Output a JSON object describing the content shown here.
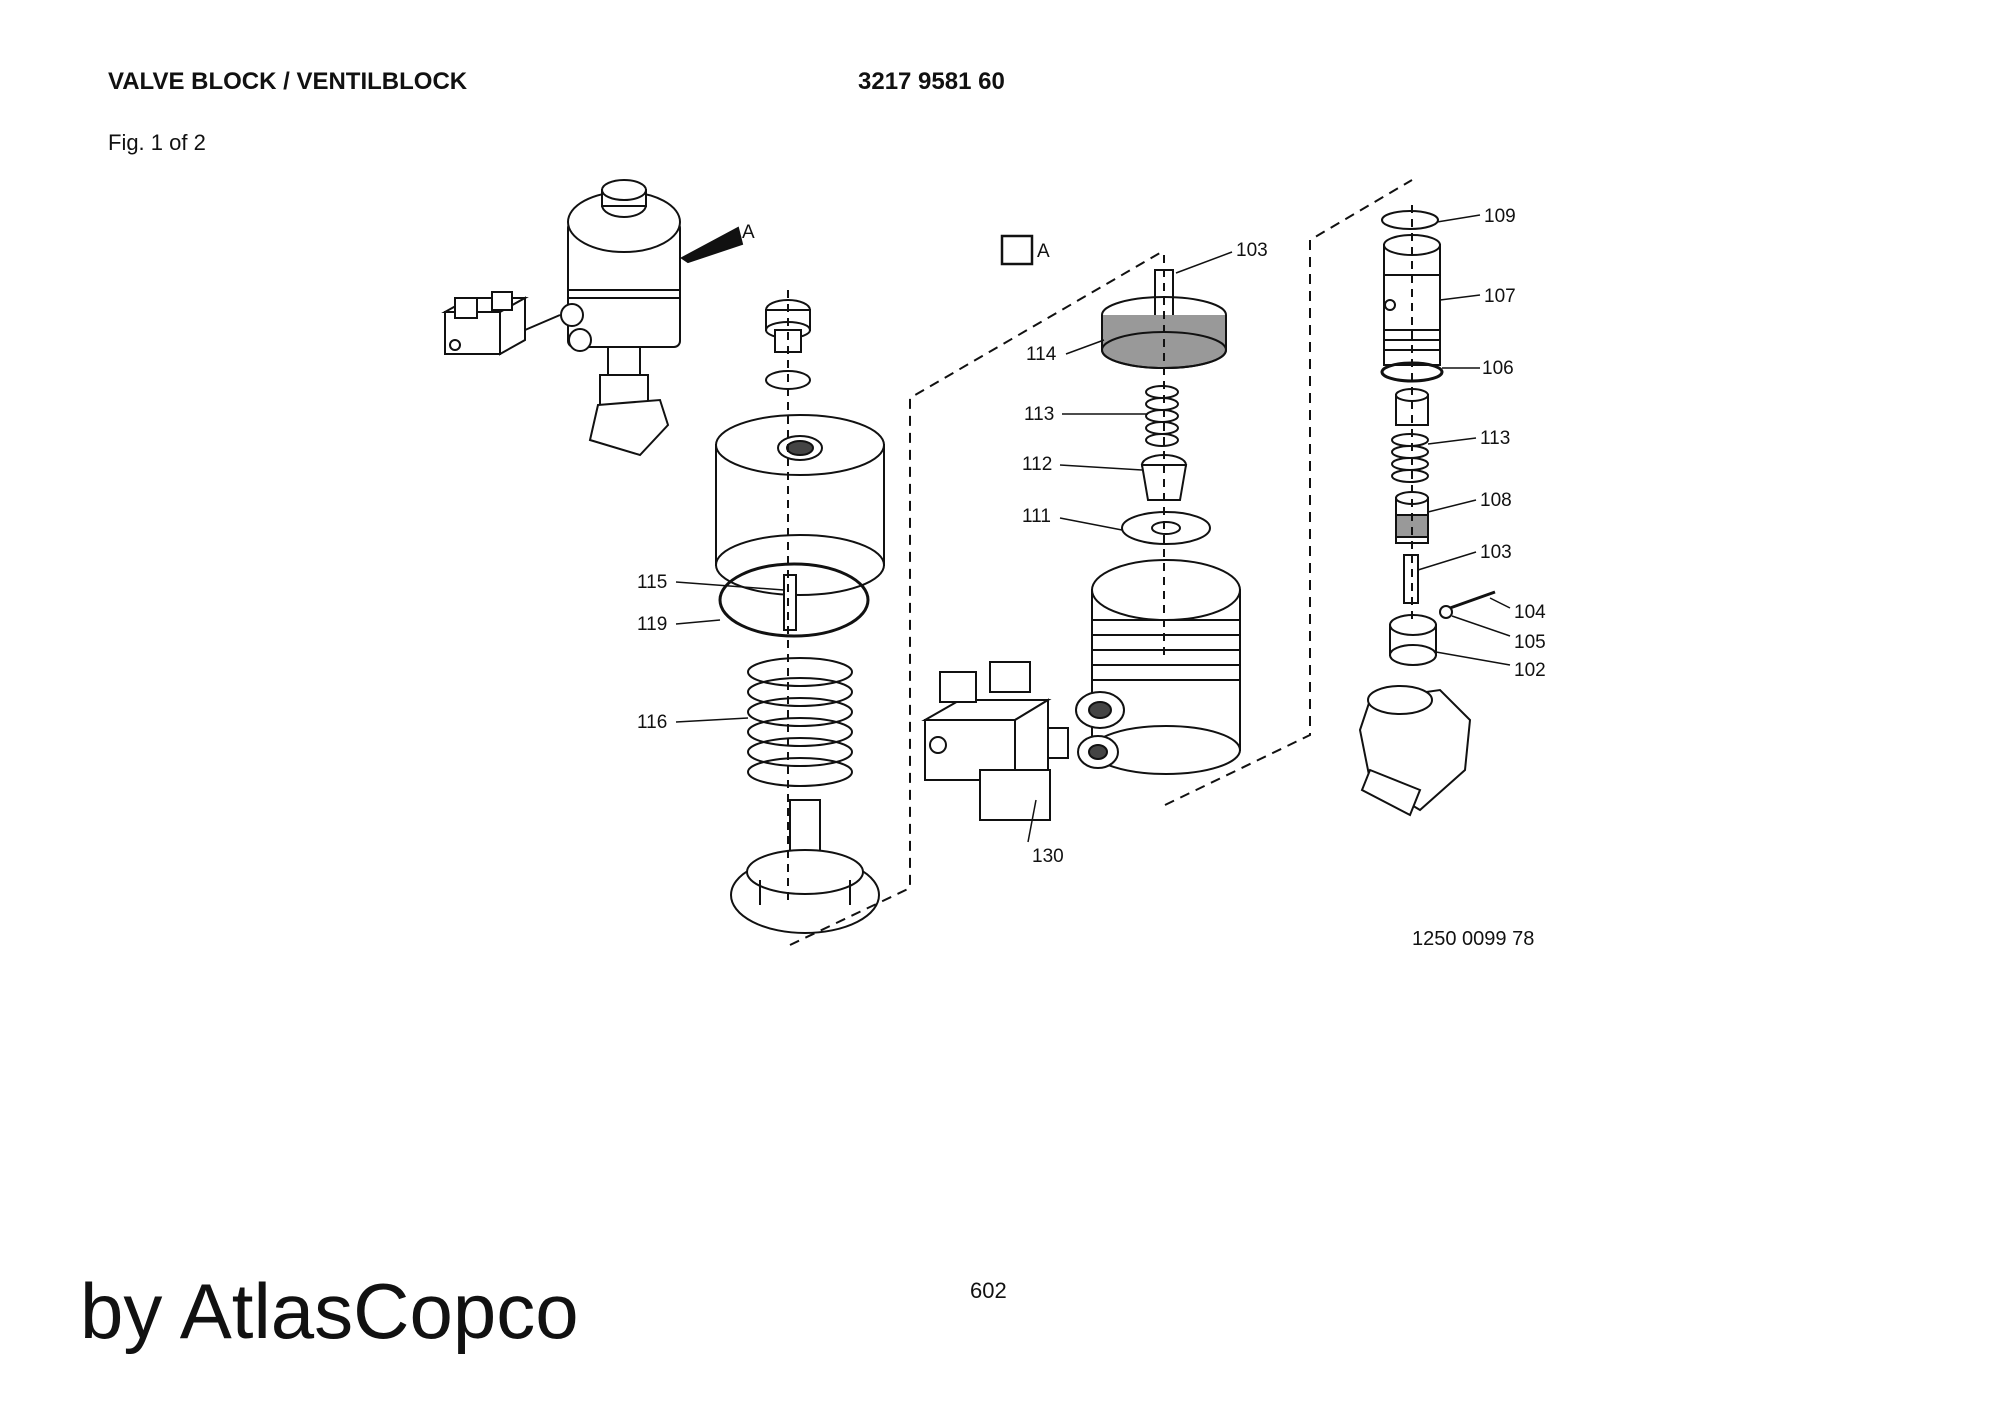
{
  "header": {
    "title": "VALVE BLOCK / VENTILBLOCK",
    "part_number": "3217 9581 60",
    "figure": "Fig. 1 of 2"
  },
  "diagram": {
    "detail_marker": "A",
    "detail_box_label": "A",
    "callouts": {
      "c103a": "103",
      "c114": "114",
      "c113a": "113",
      "c112": "112",
      "c111": "111",
      "c130": "130",
      "c115": "115",
      "c119": "119",
      "c116": "116",
      "c109": "109",
      "c107": "107",
      "c106": "106",
      "c113b": "113",
      "c108": "108",
      "c103b": "103",
      "c104": "104",
      "c105": "105",
      "c102": "102"
    },
    "drawing_number": "1250 0099 78"
  },
  "footer": {
    "page_number": "602",
    "brand": "by AtlasCopco"
  }
}
